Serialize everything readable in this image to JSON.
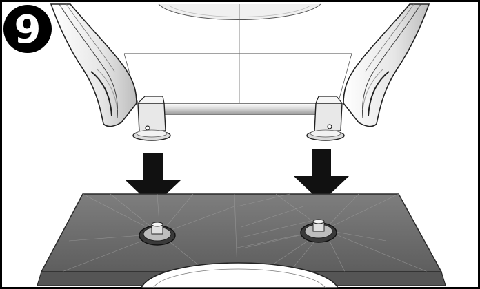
{
  "step": {
    "number": "9"
  },
  "colors": {
    "frame": "#000000",
    "plate_fill": "#6b6b6b",
    "plate_top": "#7a7a7a",
    "plate_edge": "#4e4e4e",
    "seat_fill": "#ffffff",
    "seat_shade": "#d9d9d9",
    "arrow": "#111111",
    "badge": "#000000"
  },
  "icons": {
    "step_badge": "numbered-circle",
    "arrows": "down-arrow"
  }
}
